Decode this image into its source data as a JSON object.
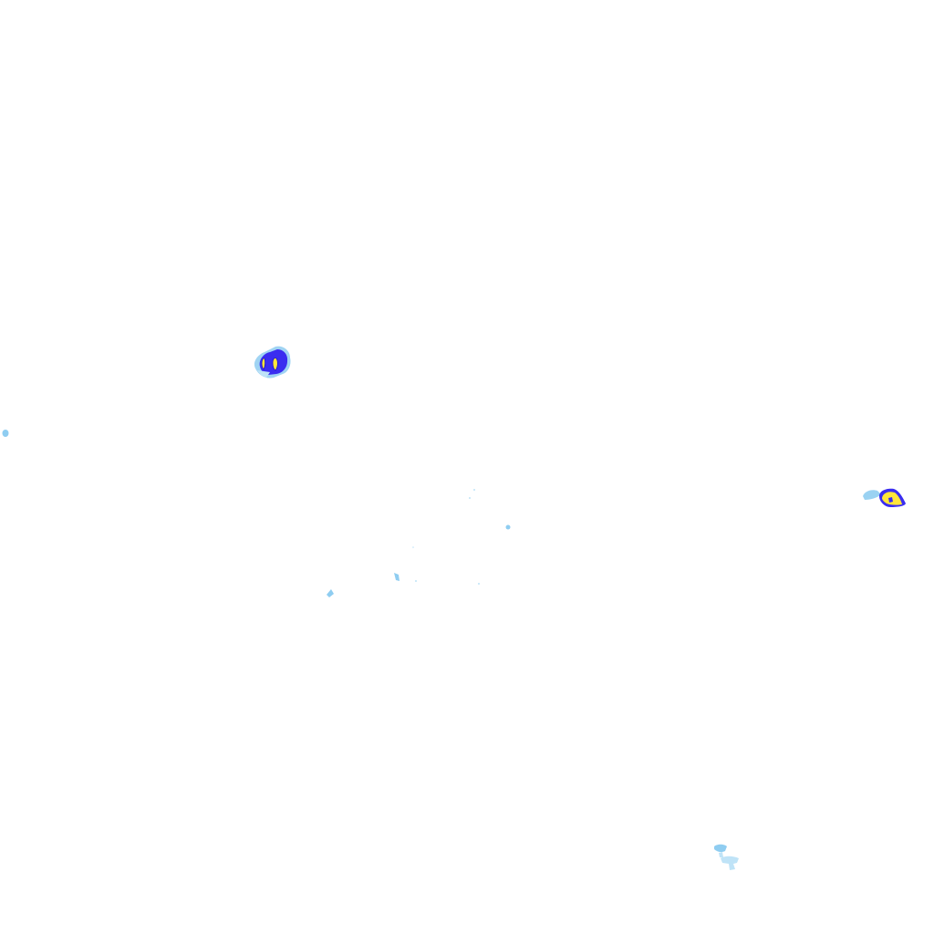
{
  "layer": {
    "kind": "precipitation-radar-overlay",
    "background": "#ffffff"
  },
  "intensity_palette": {
    "very_light": "#bfe3f7",
    "light": "#8fcdf1",
    "moderate": "#4f7bf0",
    "heavy": "#3a2df0",
    "very_heavy": "#ffe63a",
    "outline": "#1c15c8"
  },
  "precipitation_cells": [
    {
      "id": "cell-northwest",
      "peak_intensity": "very_heavy"
    },
    {
      "id": "cell-east-edge",
      "peak_intensity": "very_heavy"
    },
    {
      "id": "cell-south",
      "peak_intensity": "light"
    },
    {
      "id": "cell-west-edge",
      "peak_intensity": "light"
    },
    {
      "id": "cell-central-scatter",
      "peak_intensity": "light"
    }
  ]
}
